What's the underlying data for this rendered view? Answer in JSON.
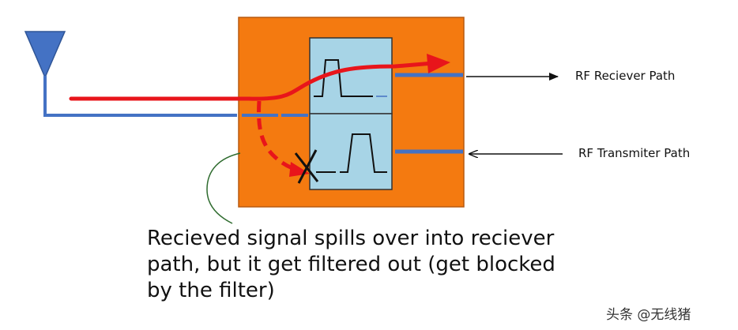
{
  "labels": {
    "rx_path": "RF Reciever Path",
    "tx_path": "RF Transmiter Path"
  },
  "caption": {
    "line1": "Recieved signal spills over into reciever",
    "line2": "path, but it get filtered out (get blocked",
    "line3": "by the filter)"
  },
  "watermark": "头条 @无线猪",
  "colors": {
    "duplexer_body": "#F47A10",
    "filter_fill": "#A7D4E6",
    "antenna_blue": "#4472C4",
    "signal_red": "#E8151B",
    "label_text": "#111111"
  },
  "icons": {
    "antenna": "antenna-icon",
    "blocked": "cross-icon"
  }
}
